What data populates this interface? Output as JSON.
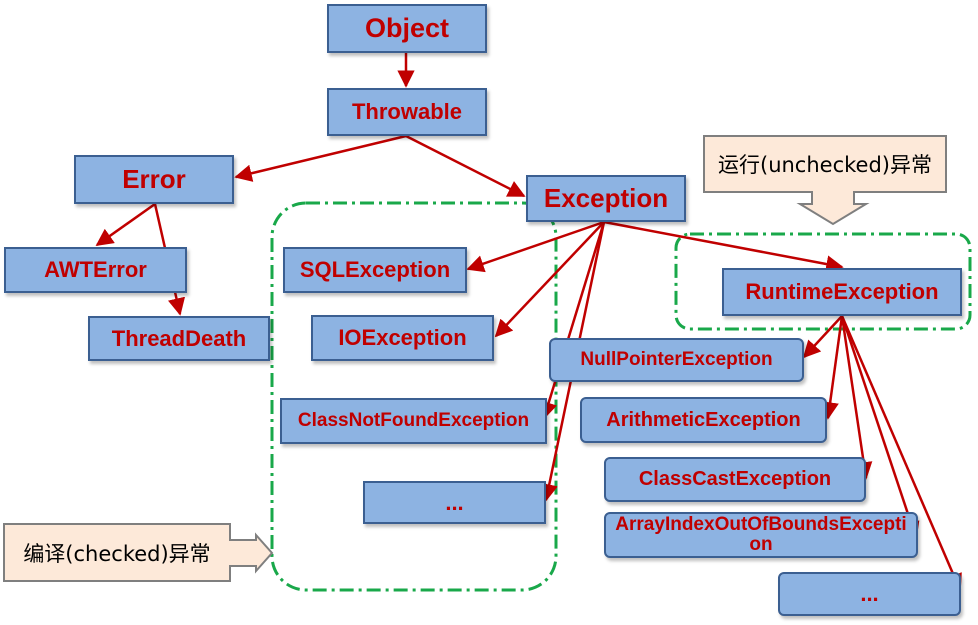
{
  "nodes": {
    "object": "Object",
    "throwable": "Throwable",
    "error": "Error",
    "exception": "Exception",
    "awterror": "AWTError",
    "threaddeath": "ThreadDeath",
    "sqlexception": "SQLException",
    "ioexception": "IOException",
    "classnotfound": "ClassNotFoundException",
    "checked_more": "...",
    "runtime": "RuntimeException",
    "nullpointer": "NullPointerException",
    "arithmetic": "ArithmeticException",
    "classcast": "ClassCastException",
    "arrayindex": "ArrayIndexOutOfBoundsException",
    "unchecked_more": "..."
  },
  "callouts": {
    "unchecked": "运行(unchecked)异常",
    "checked": "编译(checked)异常"
  },
  "colors": {
    "box_fill": "#8db3e2",
    "box_border": "#3b5f91",
    "text": "#c00000",
    "arrow": "#c00000",
    "dashed_group": "#19a84a",
    "callout_fill": "#fde9d9"
  }
}
